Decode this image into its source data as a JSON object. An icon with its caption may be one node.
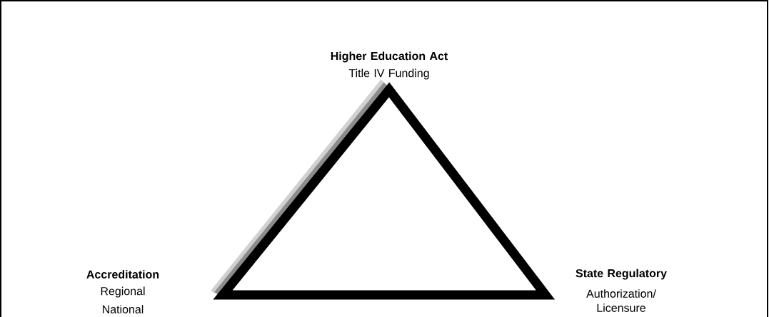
{
  "diagram": {
    "nodes": [
      {
        "text": [],
        "shape": "triangle"
      }
    ],
    "labels": [
      "Higher Education Act",
      "Title IV Funding",
      "Accreditation",
      "Regional",
      "National",
      "State Regulatory",
      "Authorization/ Licensure"
    ]
  }
}
